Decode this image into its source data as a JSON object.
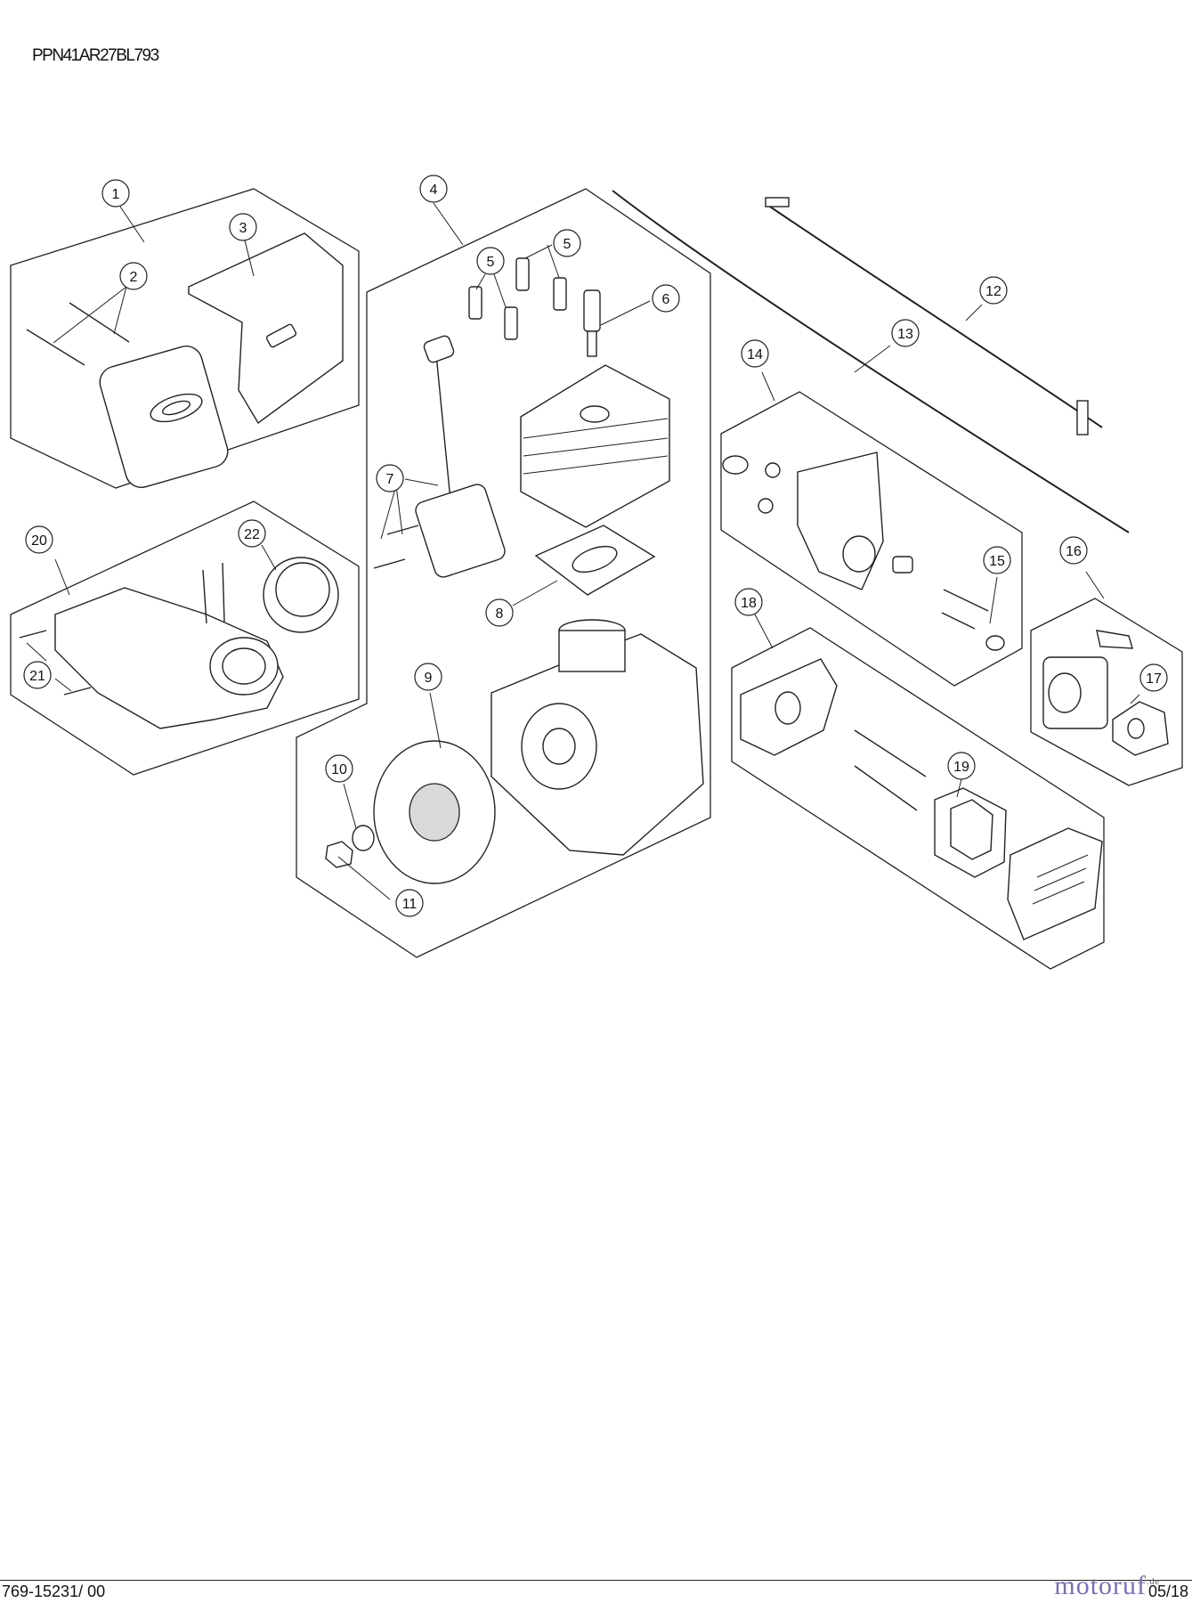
{
  "header": {
    "model_number": "PPN41AR27BL793"
  },
  "footer": {
    "document_number": "769-15231/ 00",
    "date": "05/18"
  },
  "watermark": {
    "text": "motoruf",
    "suffix": ".de"
  },
  "callouts": [
    {
      "label": "1"
    },
    {
      "label": "2"
    },
    {
      "label": "3"
    },
    {
      "label": "4"
    },
    {
      "label": "5"
    },
    {
      "label": "5"
    },
    {
      "label": "6"
    },
    {
      "label": "7"
    },
    {
      "label": "8"
    },
    {
      "label": "9"
    },
    {
      "label": "10"
    },
    {
      "label": "11"
    },
    {
      "label": "12"
    },
    {
      "label": "13"
    },
    {
      "label": "14"
    },
    {
      "label": "15"
    },
    {
      "label": "16"
    },
    {
      "label": "17"
    },
    {
      "label": "18"
    },
    {
      "label": "19"
    },
    {
      "label": "20"
    },
    {
      "label": "21"
    },
    {
      "label": "22"
    }
  ]
}
